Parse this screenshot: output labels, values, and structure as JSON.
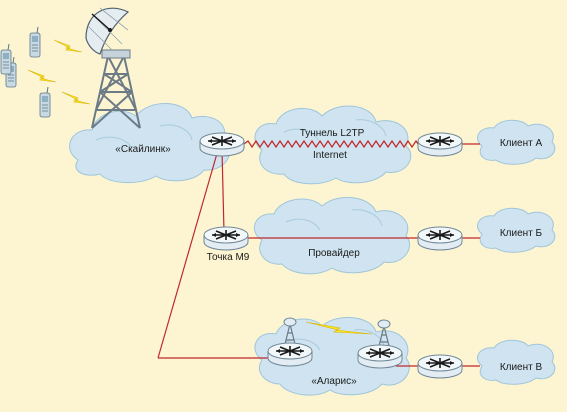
{
  "nodes": {
    "skylink": "«Скайлинк»",
    "tunnel_line1": "Туннель L2TP",
    "tunnel_line2": "Internet",
    "client_a": "Клиент А",
    "point_m9": "Точка М9",
    "provider": "Провайдер",
    "client_b": "Клиент Б",
    "alaris": "«Аларис»",
    "client_v": "Клиент В"
  },
  "colors": {
    "background": "#fdf5d2",
    "cloud": "#cfe4f0",
    "link": "#c0282c",
    "bolt": "#ffe81a"
  }
}
